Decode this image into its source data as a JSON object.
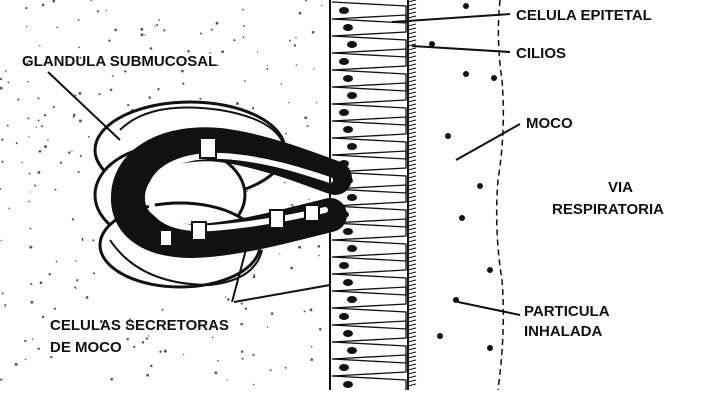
{
  "labels": {
    "glandula_submucosal": "GLANDULA SUBMUCOSAL",
    "celula_epitetal": "CELULA EPITETAL",
    "cilios": "CILIOS",
    "moco": "MOCO",
    "via_respiratoria_line1": "VIA",
    "via_respiratoria_line2": "RESPIRATORIA",
    "particula_line1": "PARTICULA",
    "particula_line2": "INHALADA",
    "celulas_secretoras_line1": "CELULAS SECRETORAS",
    "celulas_secretoras_line2": "DE MOCO"
  },
  "colors": {
    "ink": "#111111",
    "paper": "#ffffff",
    "stipple": "#555555"
  }
}
